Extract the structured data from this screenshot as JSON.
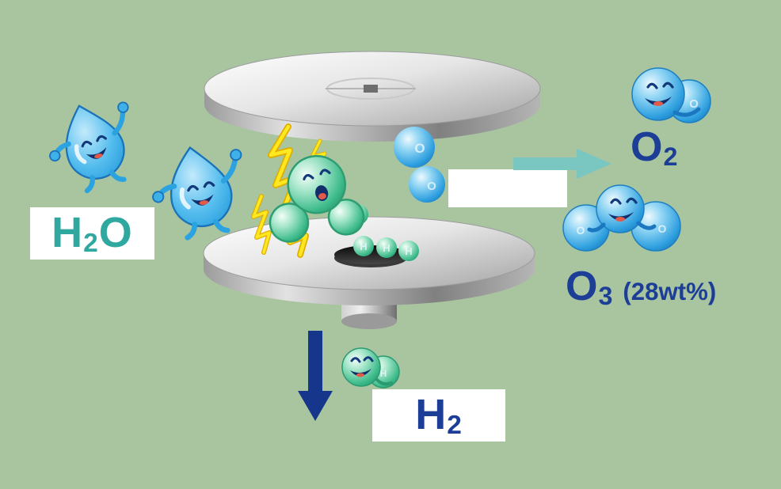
{
  "scene": {
    "background_color": "#a8c5a0"
  },
  "labels": {
    "h2o": {
      "element": "H",
      "subscript": "2",
      "suffix": "O"
    },
    "o2": {
      "element": "O",
      "subscript": "2"
    },
    "o3": {
      "element": "O",
      "subscript": "3",
      "annotation": "(28wt%)"
    },
    "h2": {
      "element": "H",
      "subscript": "2"
    }
  },
  "atom_letters": {
    "oxygen": "O",
    "hydrogen": "H"
  },
  "colors": {
    "h2o_text": "#2fa8a0",
    "product_text": "#1d3e96",
    "o2_arrow": "#7ac7c2",
    "h2_arrow": "#16368c",
    "lightning": "#ffe81f",
    "lightning_edge": "#dfae00",
    "blue_sphere": "#2e9fdf",
    "green_sphere": "#3cba8a",
    "droplet_blue": "#2aa3e0",
    "electrode_silver": "#c9c9c9",
    "label_box": "#ffffff"
  }
}
